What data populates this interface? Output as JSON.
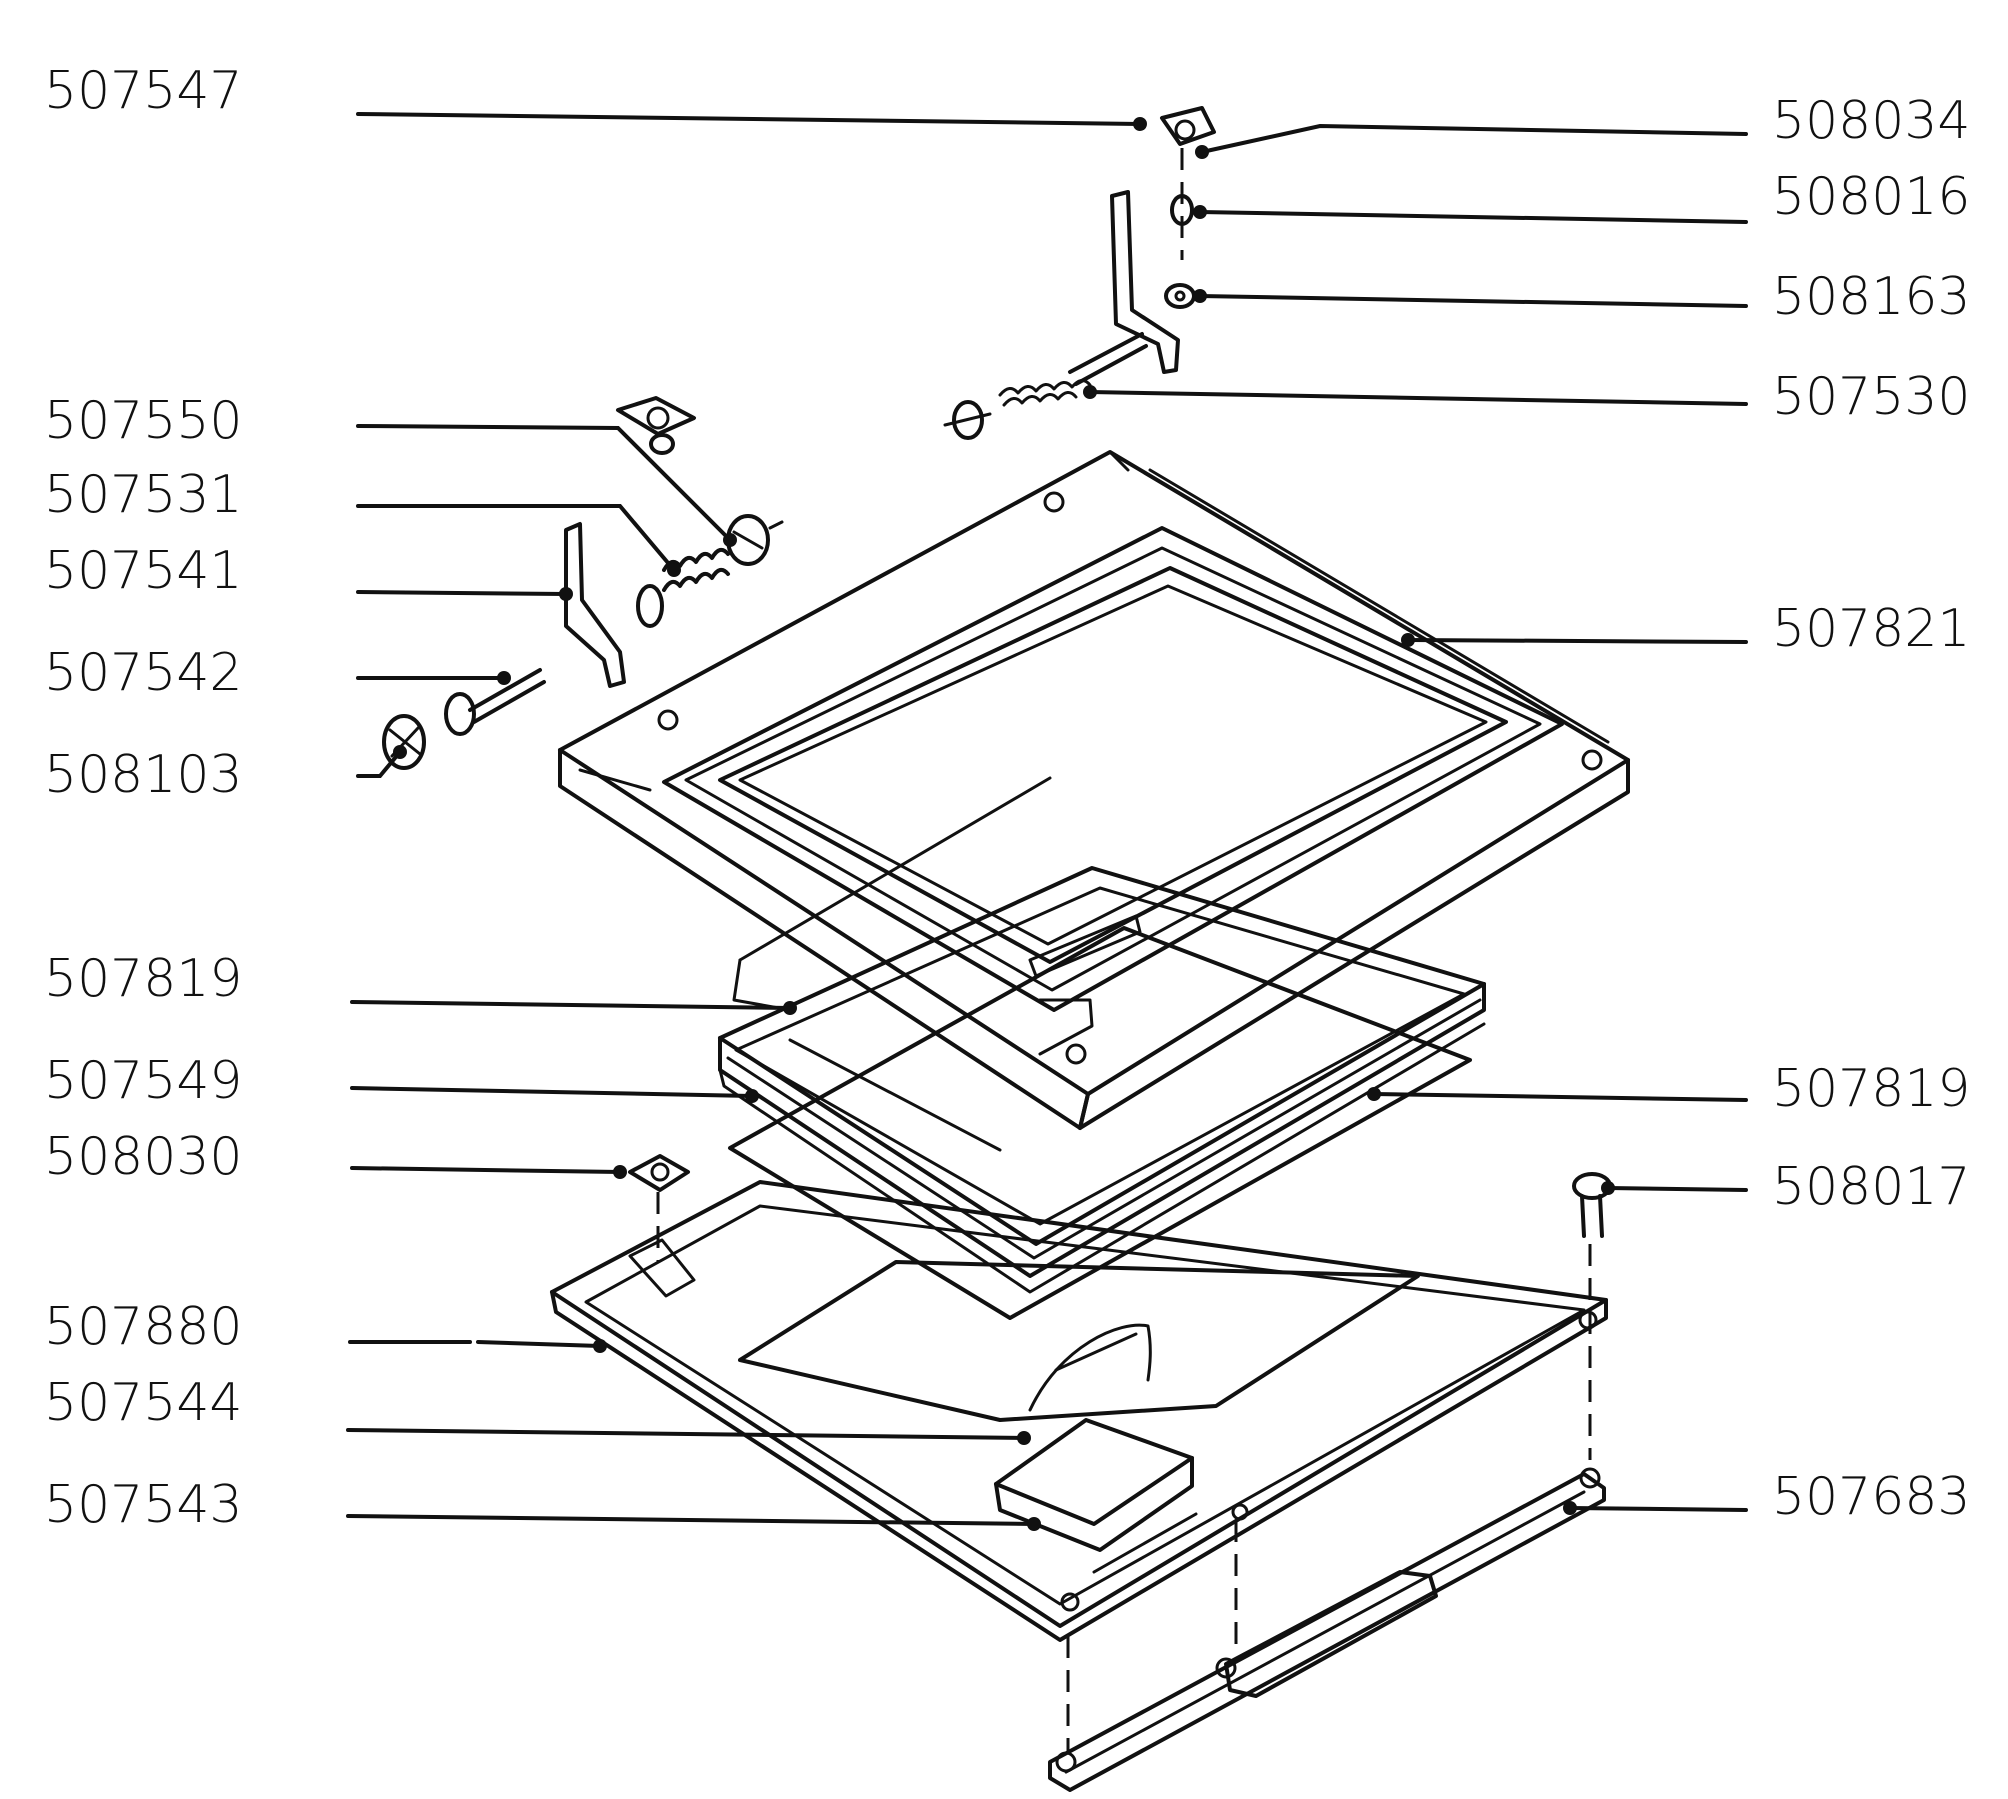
{
  "diagram": {
    "type": "exploded-parts-view",
    "callouts": {
      "c507547": "507547",
      "c508034": "508034",
      "c508016": "508016",
      "c508163": "508163",
      "c507530": "507530",
      "c507550": "507550",
      "c507531": "507531",
      "c507541": "507541",
      "c507542": "507542",
      "c508103": "508103",
      "c507821": "507821",
      "c507819a": "507819",
      "c507549": "507549",
      "c508030": "508030",
      "c507819b": "507819",
      "c508017": "508017",
      "c507880": "507880",
      "c507544": "507544",
      "c507543": "507543",
      "c507683": "507683"
    }
  }
}
